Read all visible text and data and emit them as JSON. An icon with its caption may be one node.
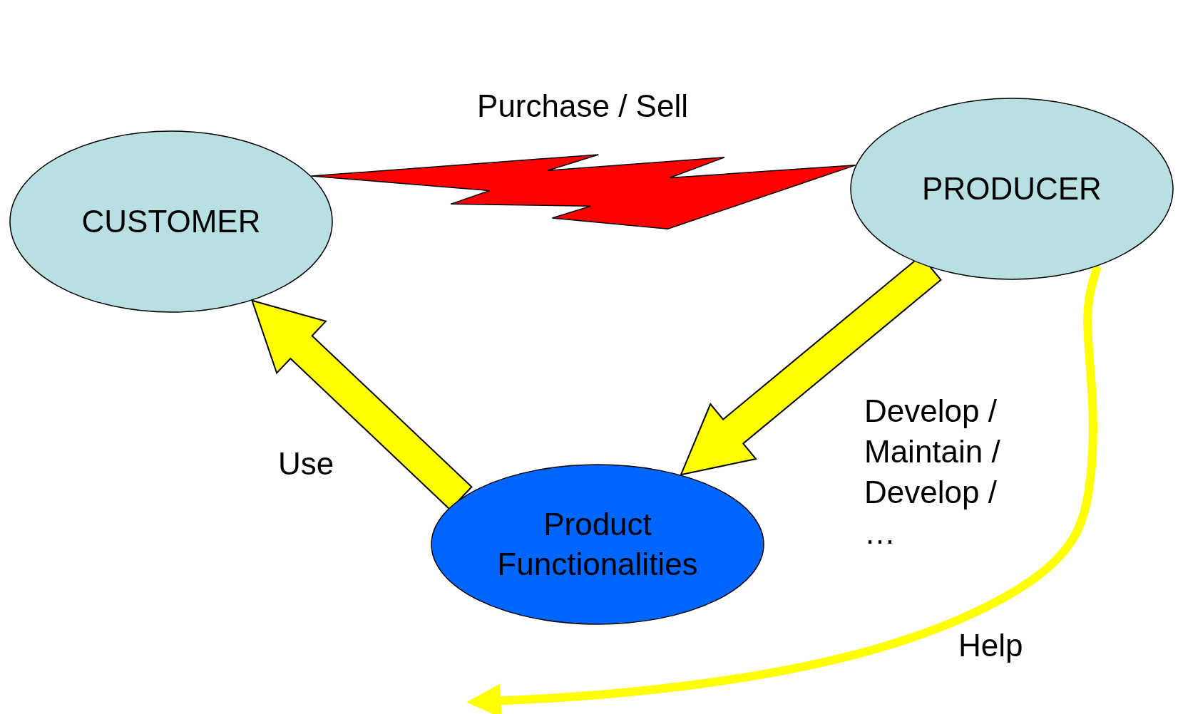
{
  "diagram": {
    "nodes": [
      {
        "text": [
          "CUSTOMER"
        ]
      },
      {
        "text": [
          "PRODUCER"
        ]
      },
      {
        "text": [
          "Product Functionalities"
        ]
      }
    ],
    "edges": [
      {
        "from": 0,
        "to": 1,
        "arrow": "none",
        "label": "Purchase / Sell",
        "color": "#ff0000"
      },
      {
        "from": 2,
        "to": 0,
        "arrow": "to",
        "label": "Use"
      },
      {
        "from": 1,
        "to": 2,
        "arrow": "to",
        "label": "Develop / Maintain / Develop / …"
      },
      {
        "from": 1,
        "to": null,
        "arrow": "to",
        "label": "Help"
      }
    ]
  }
}
